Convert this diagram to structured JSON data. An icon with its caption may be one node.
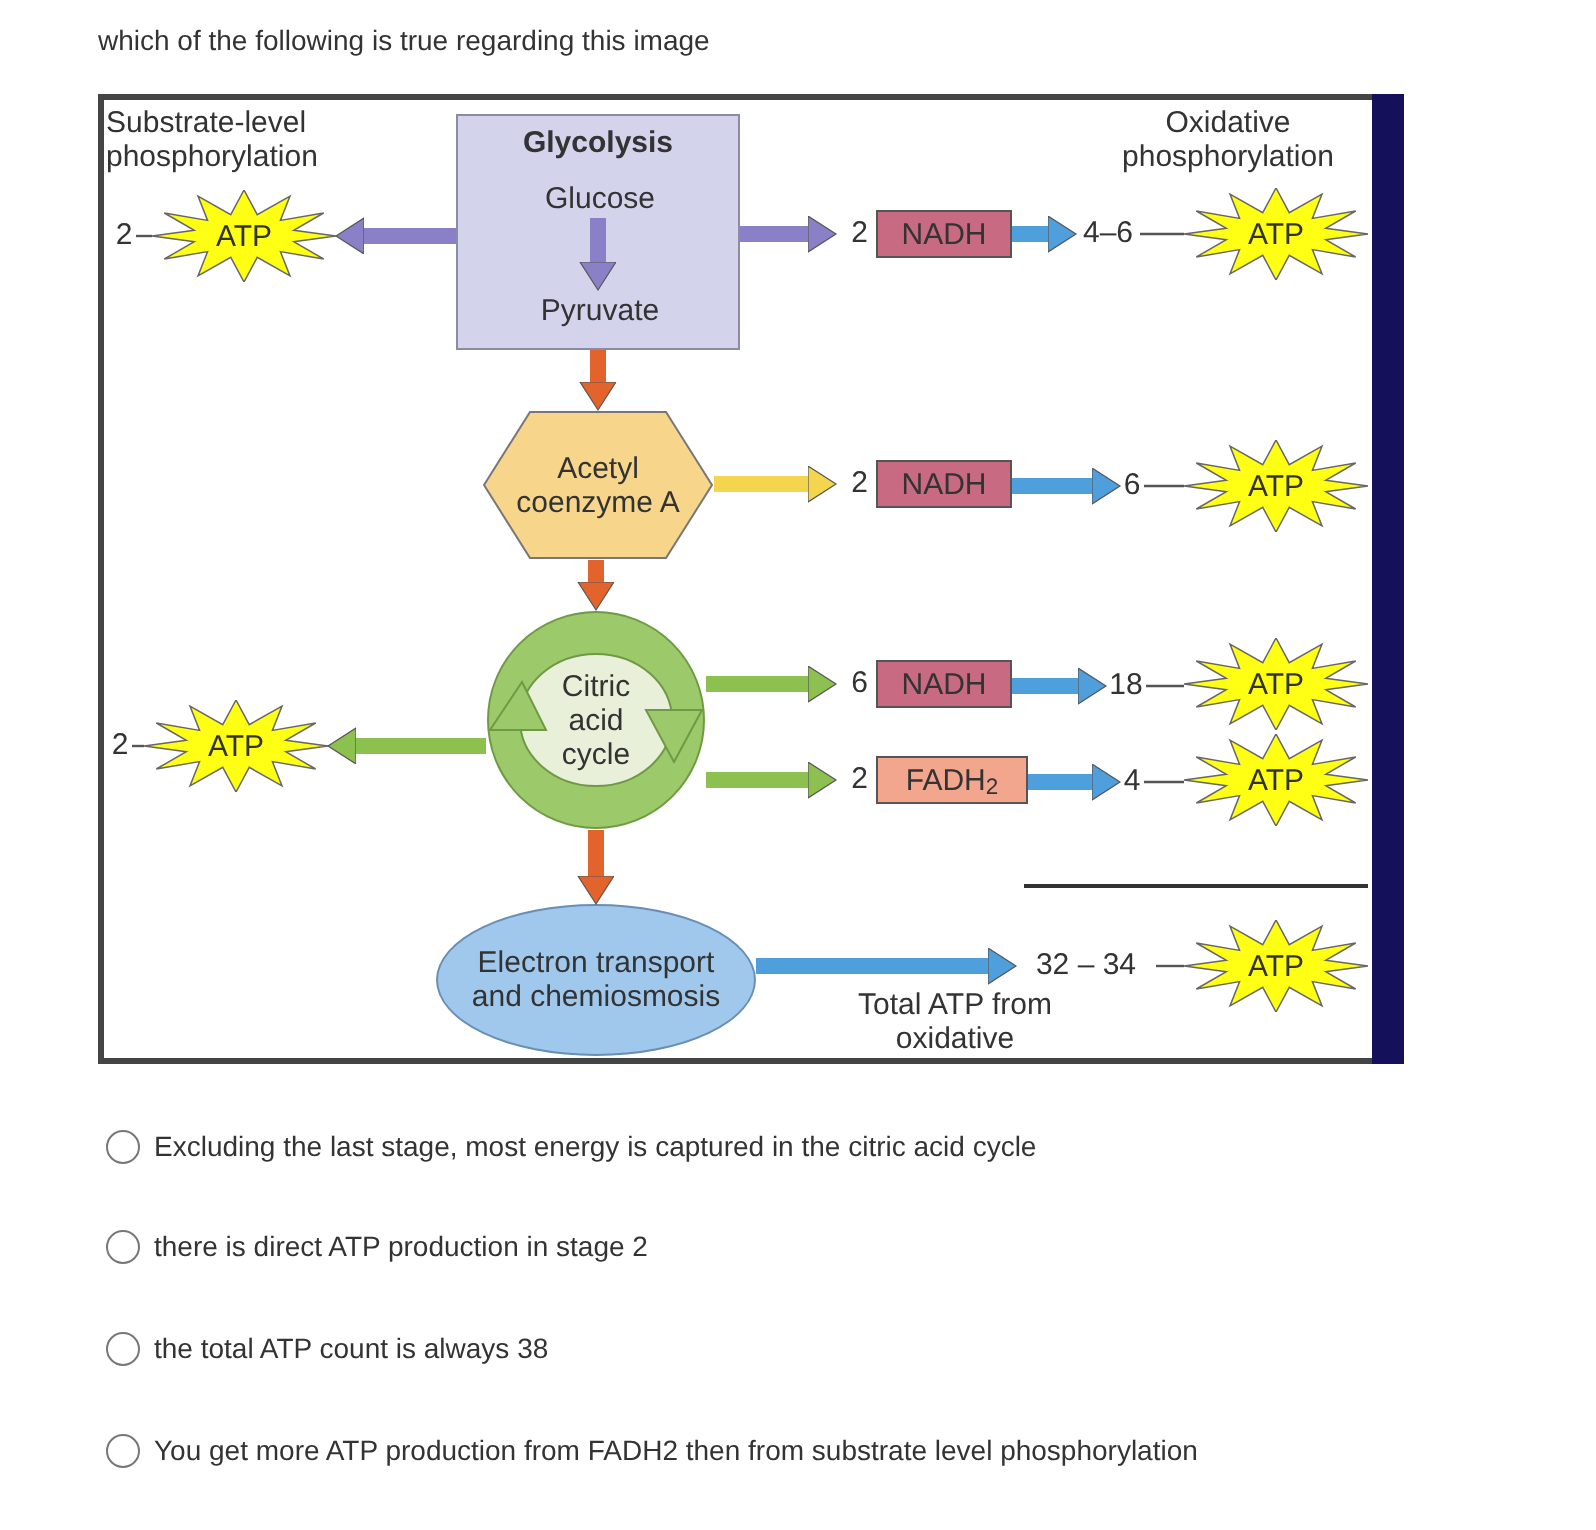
{
  "diagram": {
    "title": "which of the following is true regarding this image",
    "nodes": [
      {
        "text": [
          "Glycolysis"
        ]
      },
      {
        "text": [
          "Glucose"
        ],
        "in": 0
      },
      {
        "text": [
          "Pyruvate"
        ],
        "in": 0
      },
      {
        "text": [
          "Acetyl coenzyme A"
        ]
      },
      {
        "text": [
          "Citric acid cycle"
        ]
      },
      {
        "text": [
          "Electron transport and chemiosmosis"
        ]
      },
      {
        "text": [
          "2"
        ]
      },
      {
        "text": [
          "ATP"
        ]
      },
      {
        "text": [
          "2"
        ]
      },
      {
        "text": [
          "ATP"
        ]
      },
      {
        "text": [
          "NADH"
        ],
        "beside": [
          "2"
        ]
      },
      {
        "text": [
          "4–6"
        ]
      },
      {
        "text": [
          "ATP"
        ]
      },
      {
        "text": [
          "NADH"
        ],
        "beside": [
          "2"
        ]
      },
      {
        "text": [
          "6"
        ]
      },
      {
        "text": [
          "ATP"
        ]
      },
      {
        "text": [
          "NADH"
        ],
        "beside": [
          "6"
        ]
      },
      {
        "text": [
          "18"
        ]
      },
      {
        "text": [
          "ATP"
        ]
      },
      {
        "text": [
          "FADH$_{2}$"
        ],
        "beside": [
          "2"
        ]
      },
      {
        "text": [
          "4"
        ]
      },
      {
        "text": [
          "ATP"
        ]
      },
      {
        "text": [
          "32 – 34"
        ]
      },
      {
        "text": [
          "ATP"
        ]
      }
    ],
    "edges": [
      {
        "from": 0,
        "to": 7,
        "arrow": "to",
        "color": "#8a80c8"
      },
      {
        "from": 1,
        "to": 2,
        "arrow": "to",
        "color": "#8a80c8"
      },
      {
        "from": 0,
        "to": 10,
        "arrow": "to",
        "color": "#8a80c8"
      },
      {
        "from": 10,
        "to": 11,
        "arrow": "to",
        "color": "#4f9fdc"
      },
      {
        "from": 11,
        "to": 12,
        "arrow": "none"
      },
      {
        "from": 6,
        "to": 7,
        "arrow": "none"
      },
      {
        "from": 0,
        "to": 3,
        "arrow": "to",
        "color": "#e2642c"
      },
      {
        "from": 3,
        "to": 13,
        "arrow": "to",
        "color": "#f3d64e"
      },
      {
        "from": 13,
        "to": 14,
        "arrow": "to",
        "color": "#4f9fdc"
      },
      {
        "from": 14,
        "to": 15,
        "arrow": "none"
      },
      {
        "from": 3,
        "to": 4,
        "arrow": "to",
        "color": "#e2642c"
      },
      {
        "from": 4,
        "to": 9,
        "arrow": "to",
        "color": "#8cc04f"
      },
      {
        "from": 8,
        "to": 9,
        "arrow": "none"
      },
      {
        "from": 4,
        "to": 16,
        "arrow": "to",
        "color": "#8cc04f"
      },
      {
        "from": 16,
        "to": 17,
        "arrow": "to",
        "color": "#4f9fdc"
      },
      {
        "from": 17,
        "to": 18,
        "arrow": "none"
      },
      {
        "from": 4,
        "to": 19,
        "arrow": "to",
        "color": "#8cc04f"
      },
      {
        "from": 19,
        "to": 20,
        "arrow": "to",
        "color": "#4f9fdc"
      },
      {
        "from": 20,
        "to": 21,
        "arrow": "none"
      },
      {
        "from": 4,
        "to": 5,
        "arrow": "to",
        "color": "#e2642c"
      },
      {
        "from": 5,
        "to": 22,
        "arrow": "to",
        "color": "#4f9fdc"
      },
      {
        "from": 22,
        "to": 23,
        "arrow": "none"
      }
    ],
    "labels": [
      "Substrate-level phosphorylation",
      "Oxidative phosphorylation",
      "Total ATP from oxidative",
      "Excluding the last stage, most energy is captured in the citric acid cycle",
      "there is direct ATP production in stage 2",
      "the total ATP count is always 38",
      "You get more ATP production from FADH2 then from substrate level phosphorylation"
    ]
  }
}
